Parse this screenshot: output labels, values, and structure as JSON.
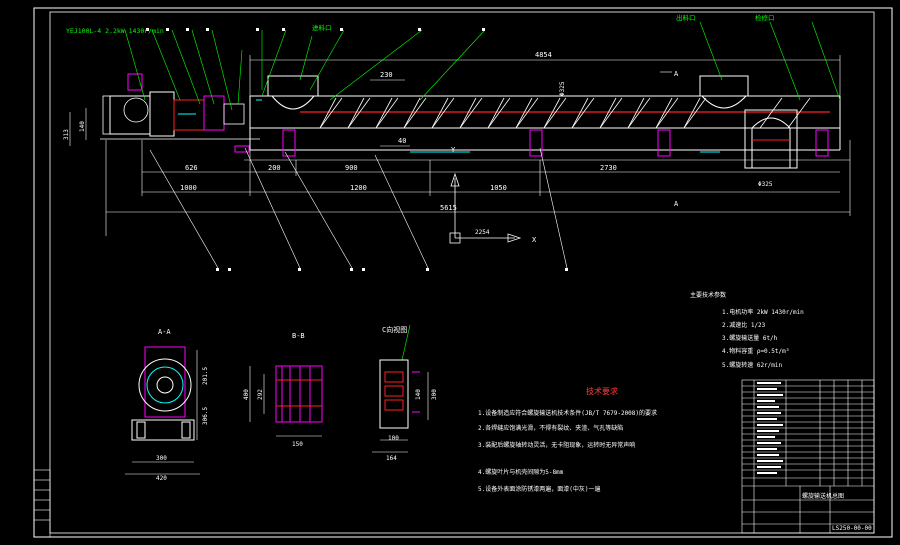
{
  "top_labels": {
    "motor_spec": "YEJ100L-4 2.2kW  1430r/min",
    "inlet_left": "进料口",
    "outlet_right": "出料口",
    "mark": "检修口",
    "cut_mark": "A"
  },
  "dims_top": {
    "overall_top": "4854",
    "inlet_width": "230",
    "pitch": "Φ325",
    "d1": "40",
    "d2": "200",
    "d3": "900",
    "d4": "2730",
    "d5": "626",
    "d6": "1000",
    "d7": "1200",
    "d8": "1050",
    "total": "5615",
    "left_h1": "313",
    "left_h2": "140",
    "outlet_d": "Φ325",
    "axis_x": "X",
    "axis_y": "Y",
    "small_label": "2254"
  },
  "section_labels": {
    "aa": "A-A",
    "bb": "B-B",
    "cc": "C向视图"
  },
  "section_dims": {
    "aa_h1": "201.5",
    "aa_h2": "306.5",
    "aa_w1": "300",
    "aa_w2": "420",
    "bb_h1": "400",
    "bb_h2": "292",
    "bb_w": "150",
    "cc_h1": "140",
    "cc_h2": "300",
    "cc_w1": "100",
    "cc_w2": "164"
  },
  "spec_block": {
    "heading": "主要技术参数",
    "lines": [
      "1.电机功率  2kW     1430r/min",
      "2.减速比    1/23",
      "3.螺旋输送量        6t/h",
      "4.物料容重 ρ=0.5t/m³",
      "5.螺旋转速          62r/min"
    ]
  },
  "tech_notes": {
    "heading": "技术要求",
    "lines": [
      "1.设备制造应符合螺旋输送机技术条件(JB/T 7679-2008)的要求",
      "2.各焊缝应饱满光滑，不得有裂纹、夹渣、气孔等缺陷",
      "3.装配后螺旋轴转动灵活，无卡阻现象，运转时无异常声响",
      "4.螺旋叶片与机壳间隙为5-8mm",
      "5.设备外表面涂防锈漆两遍，面漆(中灰)一遍"
    ]
  },
  "title_block": {
    "drawing_name": "螺旋输送机总图",
    "drawing_no": "LS250-00-00"
  },
  "colors": {
    "bg": "#000000",
    "white": "#ffffff",
    "green": "#00ff00",
    "magenta": "#ff00ff",
    "red": "#ff2020",
    "cyan": "#00ffff",
    "yellow": "#ffff00"
  }
}
